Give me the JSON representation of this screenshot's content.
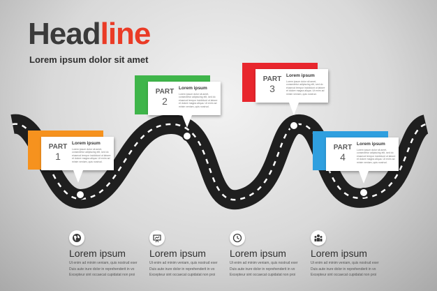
{
  "header": {
    "headline_dark": "Head",
    "headline_red": "line",
    "subheadline": "Lorem ipsum dolor sit amet"
  },
  "colors": {
    "road": "#1f1f1f",
    "lane_marking": "#ffffff",
    "part1": "#f6921e",
    "part2": "#3fb54a",
    "part3": "#e8262d",
    "part4": "#2f9fdf",
    "headline_red": "#ea3b26"
  },
  "parts": [
    {
      "label": "PART",
      "number": "1",
      "title": "Lorem ipsum",
      "text": "Lorem ipsum dolor sit amet, consectetur adipiscing elit, sed do eiusmod tempor incididunt ut labore et dolore magna aliqua. Ut enim ad minim veniam, quis nostrud."
    },
    {
      "label": "PART",
      "number": "2",
      "title": "Lorem ipsum",
      "text": "Lorem ipsum dolor sit amet, consectetur adipiscing elit, sed do eiusmod tempor incididunt ut labore et dolore magna aliqua. Ut enim ad minim veniam, quis nostrud."
    },
    {
      "label": "PART",
      "number": "3",
      "title": "Lorem ipsum",
      "text": "Lorem ipsum dolor sit amet, consectetur adipiscing elit, sed do eiusmod tempor incididunt ut labore et dolore magna aliqua. Ut enim ad minim veniam, quis nostrud."
    },
    {
      "label": "PART",
      "number": "4",
      "title": "Lorem ipsum",
      "text": "Lorem ipsum dolor sit amet, consectetur adipiscing elit, sed do eiusmod tempor incididunt ut labore et dolore magna aliqua. Ut enim ad minim veniam, quis nostrud."
    }
  ],
  "columns": [
    {
      "icon": "globe-icon",
      "title": "Lorem ipsum",
      "lines": [
        "Ut enim ad minim veniam, quis nostrud exer",
        "Duis aute irure dolor in reprehenderit in vo",
        "Excepteur sint occaecat cupidatat non proi"
      ]
    },
    {
      "icon": "presentation-icon",
      "title": "Lorem ipsum",
      "lines": [
        "Ut enim ad minim veniam, quis nostrud exer",
        "Duis aute irure dolor in reprehenderit in vo",
        "Excepteur sint occaecat cupidatat non proi"
      ]
    },
    {
      "icon": "clock-icon",
      "title": "Lorem ipsum",
      "lines": [
        "Ut enim ad minim veniam, quis nostrud exer",
        "Duis aute irure dolor in reprehenderit in vo",
        "Excepteur sint occaecat cupidatat non proi"
      ]
    },
    {
      "icon": "team-icon",
      "title": "Lorem ipsum",
      "lines": [
        "Ut enim ad minim veniam, quis nostrud exer",
        "Duis aute irure dolor in reprehenderit in vo",
        "Excepteur sint occaecat cupidatat non proi"
      ]
    }
  ]
}
